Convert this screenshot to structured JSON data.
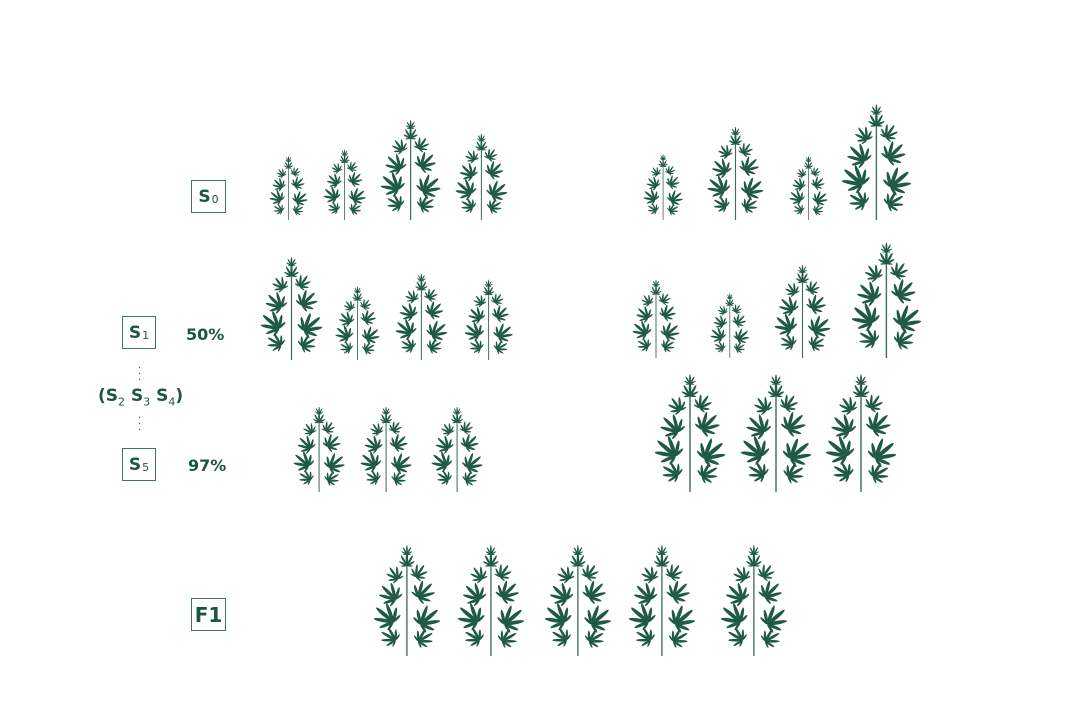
{
  "generations": {
    "s0": {
      "letter": "S",
      "sub": "0"
    },
    "s1": {
      "letter": "S",
      "sub": "1",
      "percent": "50%"
    },
    "middle": {
      "open": "(",
      "items": [
        {
          "letter": "S",
          "sub": "2"
        },
        {
          "letter": "S",
          "sub": "3"
        },
        {
          "letter": "S",
          "sub": "4"
        }
      ],
      "close": ")"
    },
    "s5": {
      "letter": "S",
      "sub": "5",
      "percent": "97%"
    },
    "f1": {
      "label": "F1"
    }
  },
  "colors": {
    "plant": "#1f5a48",
    "text": "#1d5545"
  }
}
